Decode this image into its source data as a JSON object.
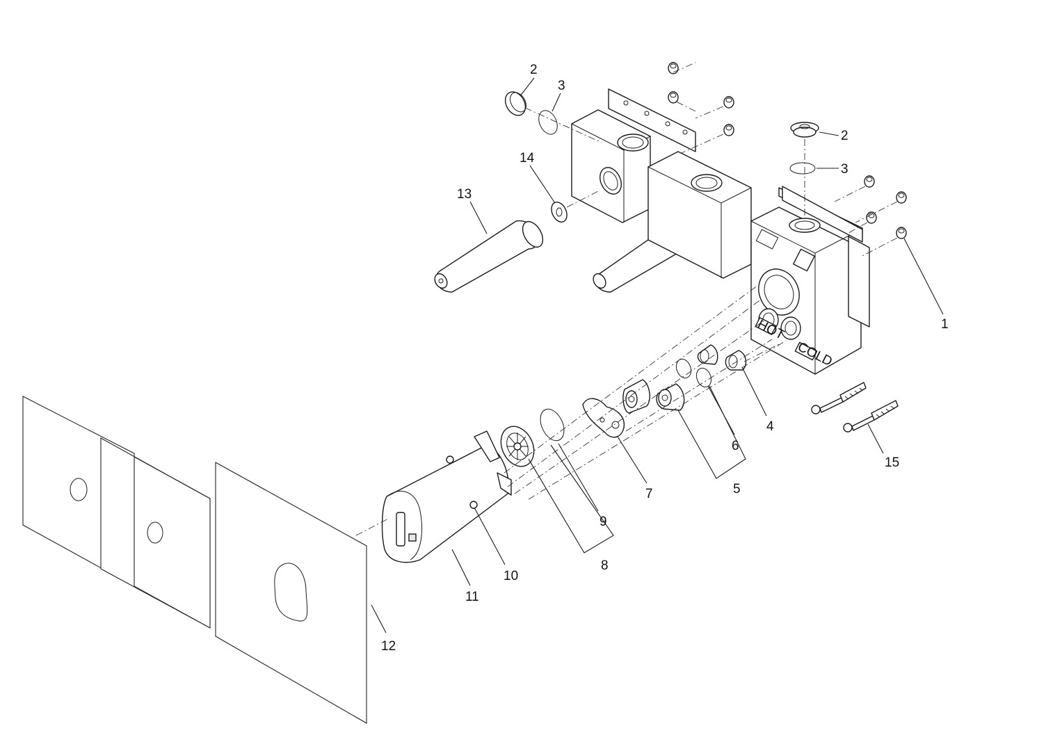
{
  "callouts": {
    "c1": "1",
    "c2a": "2",
    "c2b": "2",
    "c3a": "3",
    "c3b": "3",
    "c4": "4",
    "c5": "5",
    "c6": "6",
    "c7": "7",
    "c8": "8",
    "c9": "9",
    "c10": "10",
    "c11": "11",
    "c12": "12",
    "c13": "13",
    "c14": "14",
    "c15": "15"
  },
  "labels": {
    "hot": "HOT",
    "cold": "COLD"
  },
  "colors": {
    "line": "#1a1a1a",
    "background": "#ffffff"
  }
}
